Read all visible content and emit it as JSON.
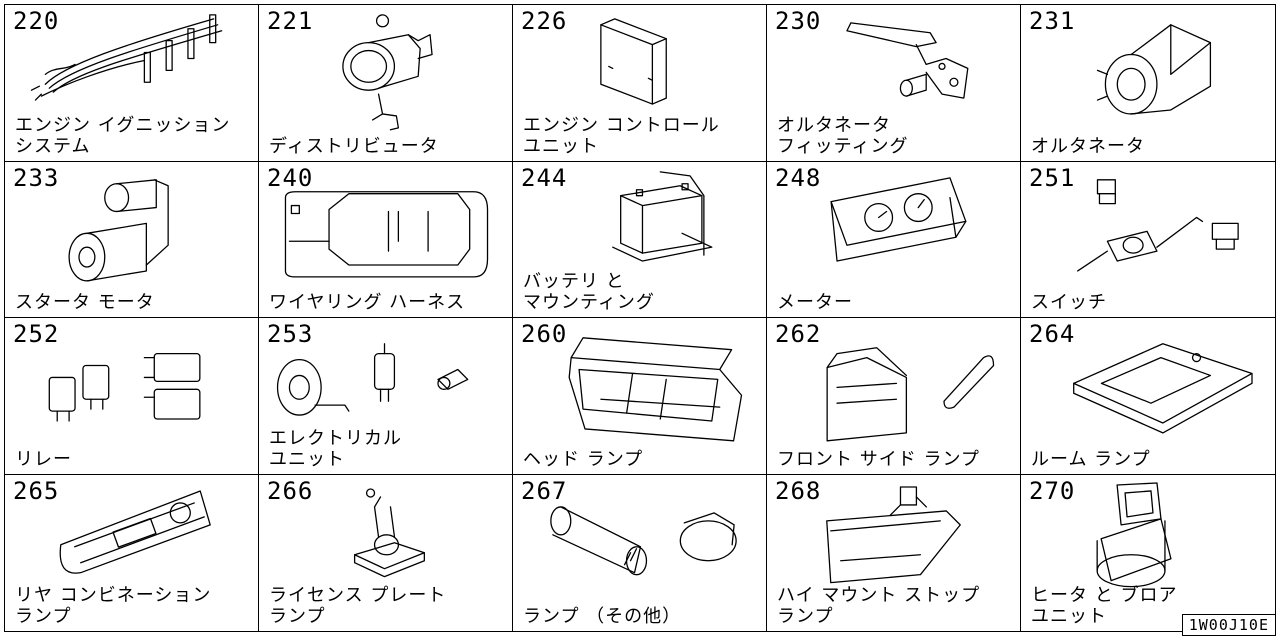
{
  "reference_code": "1W00J10E",
  "items": [
    {
      "code": "220",
      "label": "エンジン イグニッション\nシステム"
    },
    {
      "code": "221",
      "label": "ディストリビュータ"
    },
    {
      "code": "226",
      "label": "エンジン コントロール\nユニット"
    },
    {
      "code": "230",
      "label": "オルタネータ\nフィッティング"
    },
    {
      "code": "231",
      "label": "オルタネータ"
    },
    {
      "code": "233",
      "label": "スタータ モータ"
    },
    {
      "code": "240",
      "label": "ワイヤリング ハーネス"
    },
    {
      "code": "244",
      "label": "バッテリ と\nマウンティング"
    },
    {
      "code": "248",
      "label": "メーター"
    },
    {
      "code": "251",
      "label": "スイッチ"
    },
    {
      "code": "252",
      "label": "リレー"
    },
    {
      "code": "253",
      "label": "エレクトリカル\nユニット"
    },
    {
      "code": "260",
      "label": "ヘッド ランプ"
    },
    {
      "code": "262",
      "label": "フロント サイド ランプ"
    },
    {
      "code": "264",
      "label": "ルーム ランプ"
    },
    {
      "code": "265",
      "label": "リヤ コンビネーション\nランプ"
    },
    {
      "code": "266",
      "label": "ライセンス プレート\nランプ"
    },
    {
      "code": "267",
      "label": "ランプ （その他）"
    },
    {
      "code": "268",
      "label": "ハイ マウント ストップ\nランプ"
    },
    {
      "code": "270",
      "label": "ヒータ と ブロア\nユニット"
    }
  ]
}
